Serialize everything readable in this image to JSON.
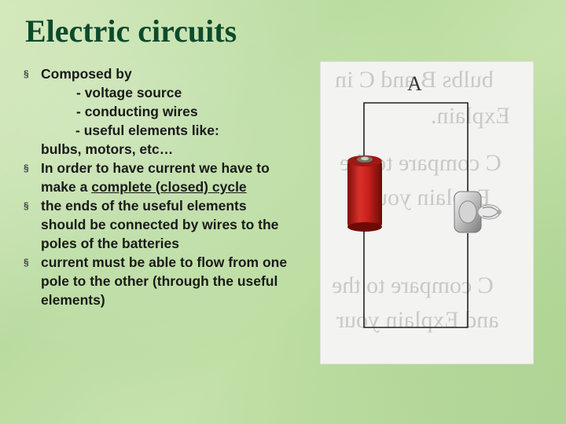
{
  "title": "Electric circuits",
  "bullets": {
    "b1": {
      "intro": "Composed by",
      "item1": "- voltage source",
      "item2": "- conducting wires",
      "item3": "- useful elements like:",
      "item3_cont": "bulbs, motors, etc…"
    },
    "b2": {
      "lead": "In order to have current we have to make a ",
      "underlined": "complete (closed) cycle"
    },
    "b3": "the ends of the useful elements should be connected by wires to the poles of the batteries",
    "b4": "current must be able to flow from one pole to the other (through the useful elements)"
  },
  "figure": {
    "label": "A",
    "ghost_lines": [
      "bulbs B and C in",
      "Explain.",
      "C compare to the",
      "Explain your",
      "C compare to the",
      "and Explain your"
    ]
  },
  "colors": {
    "title": "#0d4a2c",
    "battery": "#c8201c",
    "wire": "#222222"
  }
}
